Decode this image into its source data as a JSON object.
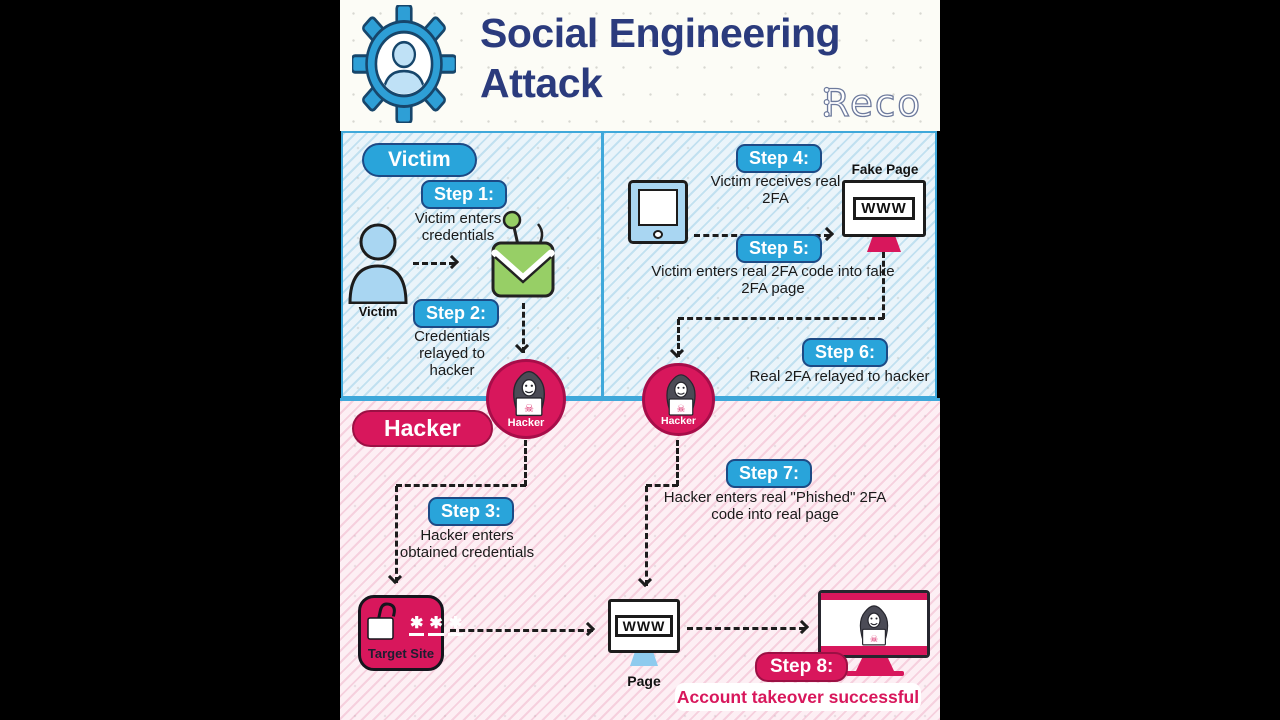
{
  "header": {
    "title_line1": "Social Engineering",
    "title_line2": "Attack",
    "brand": "Reco"
  },
  "victim": {
    "section_label": "Victim",
    "person_caption": "Victim",
    "step1_label": "Step 1:",
    "step1_text": "Victim enters credentials",
    "step2_label": "Step 2:",
    "step2_text": "Credentials relayed to hacker",
    "step4_label": "Step 4:",
    "step4_text": "Victim receives real 2FA",
    "fake_page_caption": "Fake Page",
    "fake_page_www": "WWW",
    "step5_label": "Step 5:",
    "step5_text": "Victim enters real 2FA code into fake 2FA page",
    "step6_label": "Step 6:",
    "step6_text": "Real 2FA relayed to hacker"
  },
  "hacker": {
    "section_label": "Hacker",
    "avatar1_caption": "Hacker",
    "avatar2_caption": "Hacker",
    "step3_label": "Step 3:",
    "step3_text": "Hacker enters obtained credentials",
    "step7_label": "Step 7:",
    "step7_text": "Hacker enters real \"Phished\" 2FA code into real page",
    "target_site_caption": "Target Site",
    "page_www": "WWW",
    "page_caption": "Page",
    "step8_label": "Step 8:",
    "step8_result": "Account takeover successful"
  },
  "icons": {
    "skull": "☠",
    "asterisk": "✱"
  },
  "colors": {
    "accent_blue": "#29a4da",
    "accent_crimson": "#d8175c",
    "title_navy": "#2b3b7d",
    "line_blue": "#3fa8da",
    "victim_bg": "#eaf4fa",
    "hacker_bg": "#fdeff4"
  }
}
